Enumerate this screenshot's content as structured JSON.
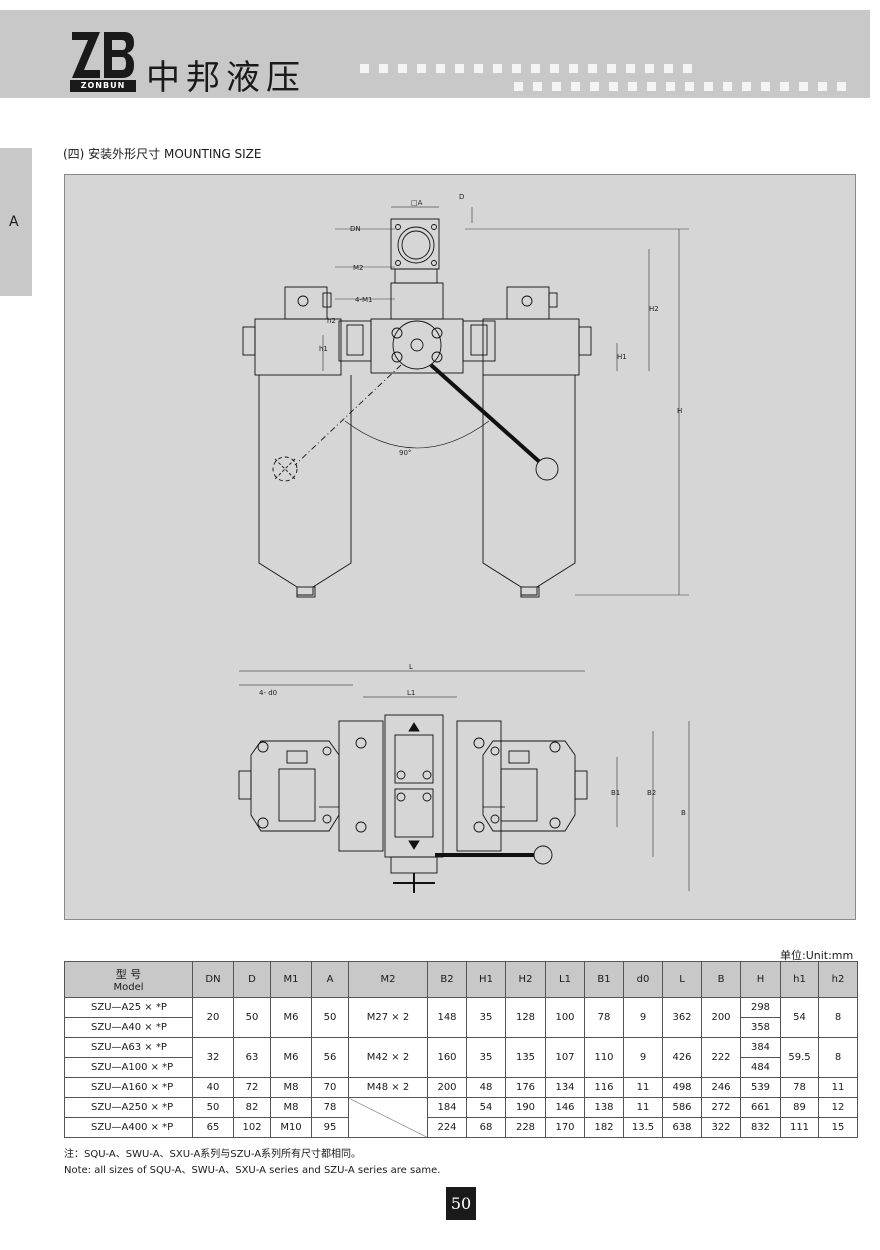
{
  "header": {
    "logo_text": "ZB",
    "logo_sub": "ZONBUN",
    "brand": "中邦液压"
  },
  "side_tab": {
    "label": "A"
  },
  "section": {
    "title": "(四) 安装外形尺寸 MOUNTING SIZE"
  },
  "drawing": {
    "labels": {
      "A": "□A",
      "D": "D",
      "DN": "DN",
      "M2": "M2",
      "M1": "4-M1",
      "h2": "h2",
      "h1": "h1",
      "H1": "H1",
      "H2": "H2",
      "H": "H",
      "angle": "90°",
      "L": "L",
      "L1": "L1",
      "d0": "4- d0",
      "B1": "B1",
      "B2": "B2",
      "B": "B"
    }
  },
  "table": {
    "unit": "单位:Unit:mm",
    "model_header_cn": "型 号",
    "model_header_en": "Model",
    "columns": [
      "DN",
      "D",
      "M1",
      "A",
      "M2",
      "B2",
      "H1",
      "H2",
      "L1",
      "B1",
      "d0",
      "L",
      "B",
      "H",
      "h1",
      "h2"
    ],
    "groups": [
      {
        "models": [
          "SZU—A25 × *P",
          "SZU—A40 × *P"
        ],
        "DN": "20",
        "D": "50",
        "M1": "M6",
        "A": "50",
        "M2": "M27 × 2",
        "B2": "148",
        "H1": "35",
        "H2": "128",
        "L1": "100",
        "B1": "78",
        "d0": "9",
        "L": "362",
        "B": "200",
        "H": [
          "298",
          "358"
        ],
        "h1": "54",
        "h2": "8"
      },
      {
        "models": [
          "SZU—A63 × *P",
          "SZU—A100 × *P"
        ],
        "DN": "32",
        "D": "63",
        "M1": "M6",
        "A": "56",
        "M2": "M42 × 2",
        "B2": "160",
        "H1": "35",
        "H2": "135",
        "L1": "107",
        "B1": "110",
        "d0": "9",
        "L": "426",
        "B": "222",
        "H": [
          "384",
          "484"
        ],
        "h1": "59.5",
        "h2": "8"
      },
      {
        "models": [
          "SZU—A160 × *P"
        ],
        "DN": "40",
        "D": "72",
        "M1": "M8",
        "A": "70",
        "M2": "M48 × 2",
        "B2": "200",
        "H1": "48",
        "H2": "176",
        "L1": "134",
        "B1": "116",
        "d0": "11",
        "L": "498",
        "B": "246",
        "H": [
          "539"
        ],
        "h1": "78",
        "h2": "11"
      },
      {
        "models": [
          "SZU—A250 × *P"
        ],
        "DN": "50",
        "D": "82",
        "M1": "M8",
        "A": "78",
        "M2": "",
        "B2": "184",
        "H1": "54",
        "H2": "190",
        "L1": "146",
        "B1": "138",
        "d0": "11",
        "L": "586",
        "B": "272",
        "H": [
          "661"
        ],
        "h1": "89",
        "h2": "12"
      },
      {
        "models": [
          "SZU—A400 × *P"
        ],
        "DN": "65",
        "D": "102",
        "M1": "M10",
        "A": "95",
        "M2": "",
        "B2": "224",
        "H1": "68",
        "H2": "228",
        "L1": "170",
        "B1": "182",
        "d0": "13.5",
        "L": "638",
        "B": "322",
        "H": [
          "832"
        ],
        "h1": "111",
        "h2": "15"
      }
    ]
  },
  "notes": {
    "cn": "注：SQU-A、SWU-A、SXU-A系列与SZU-A系列所有尺寸都相同。",
    "en": "Note: all sizes of SQU-A、SWU-A、SXU-A series and SZU-A series are same."
  },
  "page_number": "50"
}
